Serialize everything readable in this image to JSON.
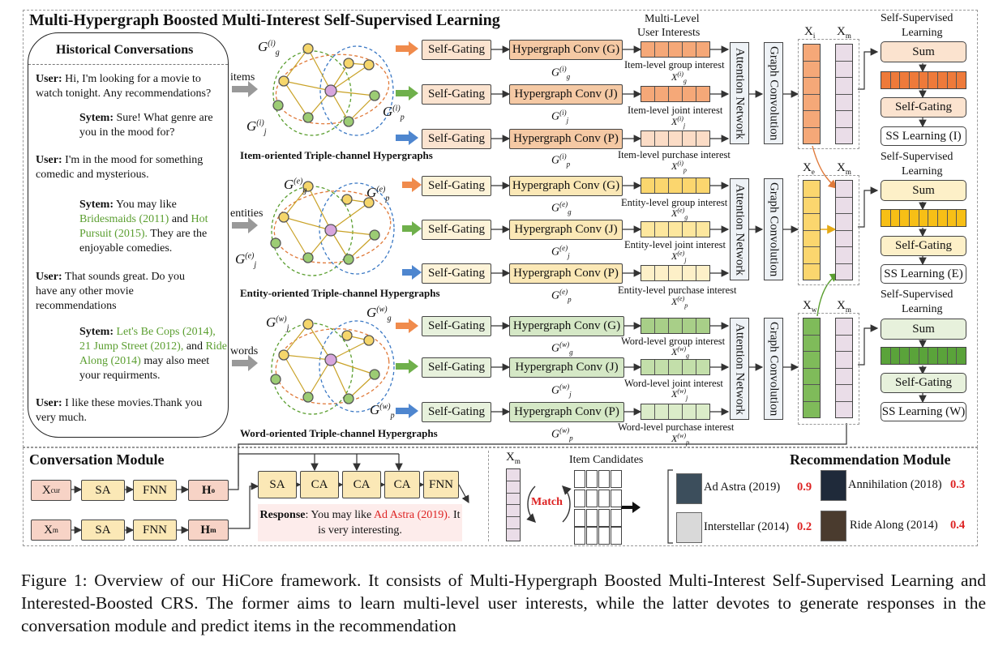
{
  "top_title": "Multi-Hypergraph Boosted Multi-Interest Self-Supervised Learning",
  "conversation": {
    "title": "Historical Conversations",
    "turns": [
      {
        "speaker": "User:",
        "text": "Hi, I'm looking for a movie to watch tonight. Any recommendations?"
      },
      {
        "speaker": "Sytem:",
        "text": "Sure! What genre are you in the mood for?"
      },
      {
        "speaker": "User:",
        "text": "I'm in the mood for something comedic and mysterious."
      },
      {
        "speaker": "Sytem:",
        "text_pre": "You may like",
        "movie1": "Bridesmaids (2011)",
        "and": "and",
        "movie2": "Hot Pursuit (2015).",
        "text_post": "They are the enjoyable comedies."
      },
      {
        "speaker": "User:",
        "text": "That sounds great. Do you have any other movie recommendations"
      },
      {
        "speaker": "Sytem:",
        "movie1": "Let's Be Cops (2014),",
        "movie2": "21 Jump Street (2012),",
        "and": "and",
        "movie3": "Ride Along (2014)",
        "text_post": "may also meet your requirments."
      },
      {
        "speaker": "User:",
        "text": "I like these movies.Thank you very much."
      }
    ]
  },
  "inputs": {
    "items": "items",
    "entities": "entities",
    "words": "words"
  },
  "hypergraph_captions": {
    "item": "Item-oriented Triple-channel Hypergraphs",
    "entity": "Entity-oriented Triple-channel Hypergraphs",
    "word": "Word-oriented Triple-channel Hypergraphs"
  },
  "labels": {
    "self_gating": "Self-Gating",
    "hg_g": "Hypergraph Conv (G)",
    "hg_j": "Hypergraph Conv (J)",
    "hg_p": "Hypergraph Conv (P)",
    "multi_level": "Multi-Level",
    "user_interests": "User Interests",
    "attention": "Attention Network",
    "graph_conv": "Graph Convolution",
    "xi": "Xi",
    "xe": "Xe",
    "xw": "Xw",
    "xm": "Xm",
    "ss_learning": "Self-Supervised Learning",
    "ss_line1": "Self-Supervised",
    "ss_line2": "Learning",
    "sum": "Sum",
    "ss_i": "SS Learning (I)",
    "ss_e": "SS Learning (E)",
    "ss_w": "SS Learning (W)"
  },
  "interests": {
    "item": [
      "Item-level group interest",
      "Item-level joint interest",
      "Item-level purchase interest"
    ],
    "entity": [
      "Entity-level group interest",
      "Entity-level joint interest",
      "Entity-level purchase interest"
    ],
    "word": [
      "Word-level group interest",
      "Word-level joint interest",
      "Word-level purchase interest"
    ]
  },
  "conversation_module": {
    "title": "Conversation Module",
    "row1": [
      "Xcur",
      "SA",
      "FNN",
      "Ho"
    ],
    "row2": [
      "Xm",
      "SA",
      "FNN",
      "Hm"
    ],
    "decoder": [
      "SA",
      "CA",
      "CA",
      "CA",
      "FNN"
    ],
    "response_label": "Response",
    "response_pre": ": You may like",
    "response_movie": "Ad Astra (2019).",
    "response_post": "It is very interesting."
  },
  "recommendation_module": {
    "title": "Recommendation Module",
    "xm": "Xm",
    "candidates": "Item Candidates",
    "match": "Match",
    "results": [
      {
        "name": "Ad Astra (2019)",
        "score": "0.9"
      },
      {
        "name": "Annihilation (2018)",
        "score": "0.3"
      },
      {
        "name": "Interstellar (2014)",
        "score": "0.2"
      },
      {
        "name": "Ride Along (2014)",
        "score": "0.4"
      }
    ]
  },
  "caption": "Figure 1: Overview of our HiCore framework. It consists of Multi-Hypergraph Boosted Multi-Interest Self-Supervised Learning and Interested-Boosted CRS. The former aims to learn multi-level user interests, while the latter devotes to generate responses in the conversation module and predict items in the recommendation",
  "colors": {
    "item": "#f08b4c",
    "entity": "#f5c130",
    "word": "#6fb04b",
    "pink": "#eadde8",
    "red": "#d22",
    "green_text": "#5a9e2f"
  }
}
